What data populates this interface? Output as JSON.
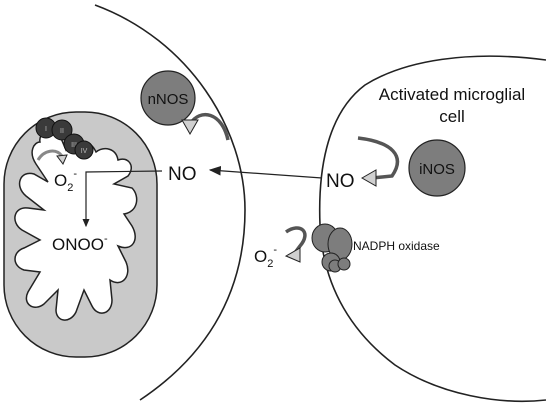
{
  "diagram": {
    "neuron": {
      "enzyme_label": "nNOS",
      "no_label": "NO",
      "mitochondrion": {
        "superoxide": {
          "base": "O",
          "sub": "2",
          "sup": "-"
        },
        "peroxynitrite": {
          "base": "ONOO",
          "sup": "-"
        },
        "complexes": [
          "I",
          "II",
          "III",
          "IV"
        ]
      }
    },
    "microglia": {
      "title_line1": "Activated microglial",
      "title_line2": "cell",
      "enzyme_label": "iNOS",
      "no_label": "NO",
      "nadph_label": "NADPH oxidase",
      "superoxide": {
        "base": "O",
        "sub": "2",
        "sup": "-"
      }
    },
    "colors": {
      "enzyme_fill": "#7d7d7d",
      "mito_fill": "#c9c9c9",
      "line": "#222222",
      "complex_fill": "#3a3a3a",
      "arrow_fill": "#d0d0d0"
    }
  }
}
